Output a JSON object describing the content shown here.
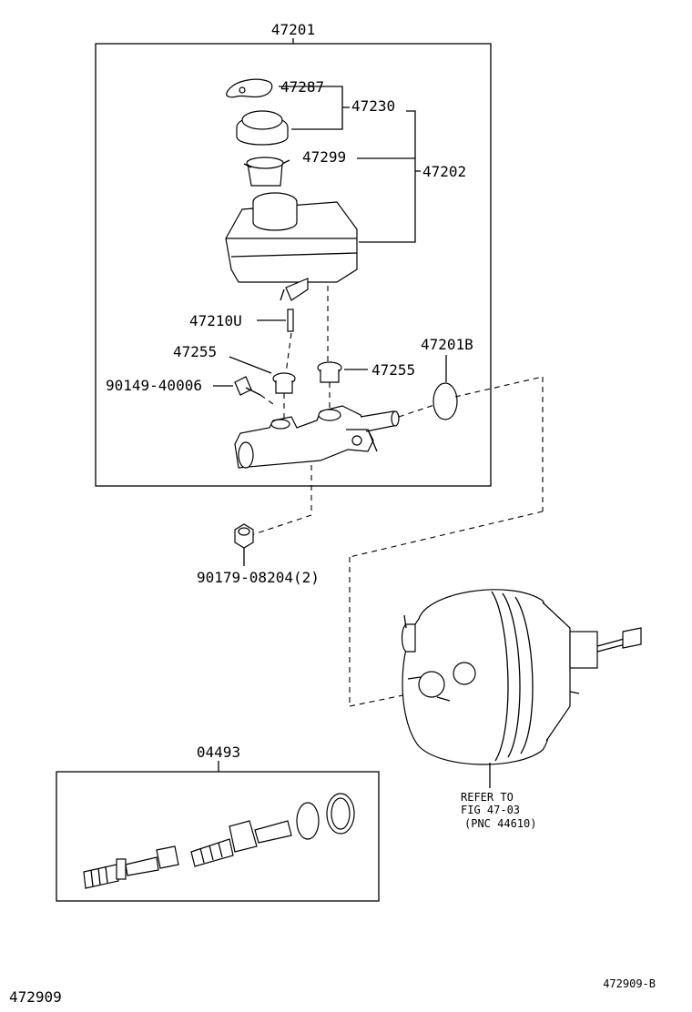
{
  "labels": {
    "p47201": "47201",
    "p47287": "47287",
    "p47230": "47230",
    "p47299": "47299",
    "p47202": "47202",
    "p47210U": "47210U",
    "p47255_left": "47255",
    "p47255_right": "47255",
    "p47201B": "47201B",
    "p90149": "90149-40006",
    "p90179": "90179-08204(2)",
    "p04493": "04493",
    "refer_line1": "REFER TO",
    "refer_line2": "FIG 47-03",
    "refer_line3": "(PNC 44610)"
  },
  "footer": {
    "figure_number": "472909",
    "diagram_code": "472909-B"
  },
  "colors": {
    "ink": "#000000",
    "paper": "#ffffff"
  }
}
